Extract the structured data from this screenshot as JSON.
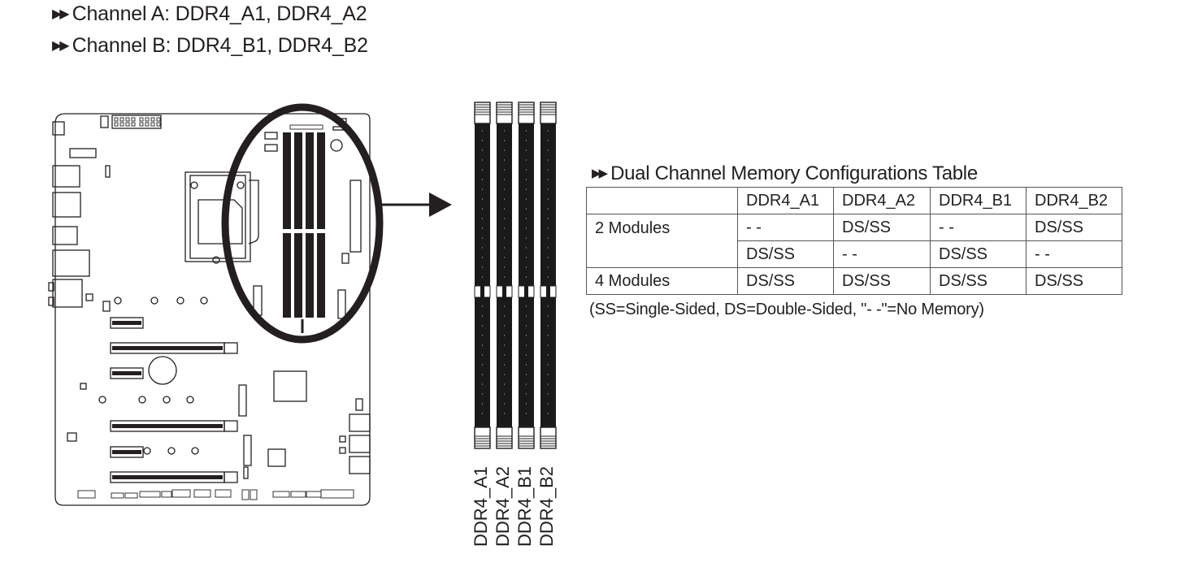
{
  "channels": [
    {
      "bullet": "▶▶",
      "text": "Channel A: DDR4_A1, DDR4_A2"
    },
    {
      "bullet": "▶▶",
      "text": "Channel B: DDR4_B1, DDR4_B2"
    }
  ],
  "dimm_slots": [
    "DDR4_A1",
    "DDR4_A2",
    "DDR4_B1",
    "DDR4_B2"
  ],
  "config_table": {
    "bullet": "▶▶",
    "title": "Dual Channel Memory Configurations Table",
    "headers": [
      "",
      "DDR4_A1",
      "DDR4_A2",
      "DDR4_B1",
      "DDR4_B2"
    ],
    "rows": [
      {
        "label": "2 Modules",
        "cells": [
          "- -",
          "DS/SS",
          "- -",
          "DS/SS"
        ]
      },
      {
        "label": "",
        "cells": [
          "DS/SS",
          "- -",
          "DS/SS",
          "- -"
        ]
      },
      {
        "label": "4 Modules",
        "cells": [
          "DS/SS",
          "DS/SS",
          "DS/SS",
          "DS/SS"
        ]
      }
    ],
    "note": "(SS=Single-Sided, DS=Double-Sided, \"- -\"=No Memory)"
  },
  "colors": {
    "ink": "#231f20",
    "slot_fill": "#1a1a1a",
    "border": "#555555"
  }
}
